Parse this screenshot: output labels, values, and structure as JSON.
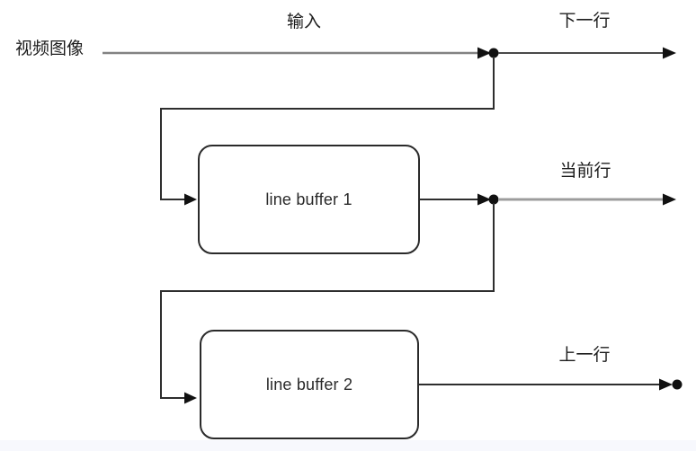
{
  "diagram": {
    "title_hint": "line buffer dataflow diagram",
    "labels": {
      "video_image": "视频图像",
      "input": "输入",
      "next_row": "下一行",
      "current_row": "当前行",
      "prev_row": "上一行"
    },
    "nodes": [
      {
        "id": "line-buffer-1",
        "label": "line buffer 1"
      },
      {
        "id": "line-buffer-2",
        "label": "line buffer 2"
      }
    ],
    "edges": [
      {
        "from": "video_image",
        "to": "junction-1",
        "label": "输入"
      },
      {
        "from": "junction-1",
        "to": "next_row_output",
        "label": "下一行"
      },
      {
        "from": "junction-1",
        "to": "line-buffer-1"
      },
      {
        "from": "line-buffer-1",
        "to": "junction-2"
      },
      {
        "from": "junction-2",
        "to": "current_row_output",
        "label": "当前行"
      },
      {
        "from": "junction-2",
        "to": "line-buffer-2"
      },
      {
        "from": "line-buffer-2",
        "to": "prev_row_output",
        "label": "上一行"
      }
    ]
  },
  "colors": {
    "background": "#ffffff",
    "bottom_strip": "#f7f8fd",
    "text": "#1c1c1c",
    "box_border": "#2a2a2a",
    "wire_input": "#828282",
    "wire_next_row": "#4a4a4a",
    "wire_current_row": "#9c9c9c",
    "wire_dark": "#2e2e2e",
    "arrow": "#111111"
  }
}
